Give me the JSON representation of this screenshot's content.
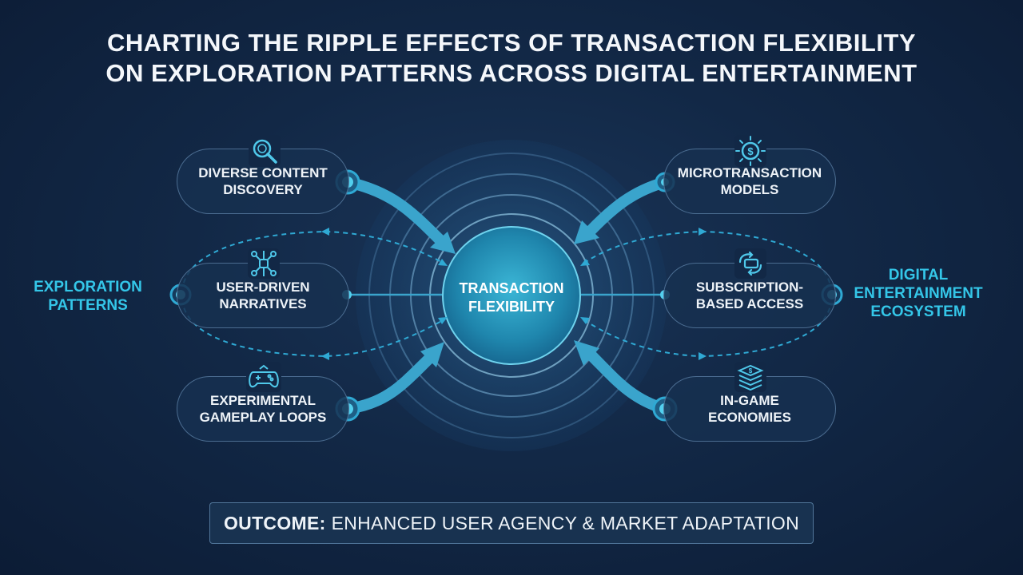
{
  "title": {
    "line1": "CHARTING THE RIPPLE EFFECTS OF TRANSACTION FLEXIBILITY",
    "line2": "ON EXPLORATION PATTERNS ACROSS DIGITAL ENTERTAINMENT"
  },
  "center": {
    "line1": "TRANSACTION",
    "line2": "FLEXIBILITY"
  },
  "left_label": {
    "line1": "EXPLORATION",
    "line2": "PATTERNS"
  },
  "right_label": {
    "line1": "DIGITAL",
    "line2": "ENTERTAINMENT",
    "line3": "ECOSYSTEM"
  },
  "nodes": {
    "diverse": {
      "line1": "DIVERSE CONTENT",
      "line2": "DISCOVERY",
      "icon": "magnifier-icon"
    },
    "narratives": {
      "line1": "USER-DRIVEN",
      "line2": "NARRATIVES",
      "icon": "network-icon"
    },
    "gameplay": {
      "line1": "EXPERIMENTAL",
      "line2": "GAMEPLAY LOOPS",
      "icon": "gamepad-icon"
    },
    "micro": {
      "line1": "MICROTRANSACTION",
      "line2": "MODELS",
      "icon": "dollar-coin-icon"
    },
    "subscription": {
      "line1": "SUBSCRIPTION-",
      "line2": "BASED ACCESS",
      "icon": "refresh-card-icon"
    },
    "economies": {
      "line1": "IN-GAME",
      "line2": "ECONOMIES",
      "icon": "money-stack-icon"
    }
  },
  "outcome": {
    "prefix": "OUTCOME:",
    "text": "ENHANCED USER AGENCY & MARKET ADAPTATION"
  },
  "colors": {
    "accent": "#34c6e8",
    "flow": "#3aa4cc",
    "background": "#122846"
  }
}
